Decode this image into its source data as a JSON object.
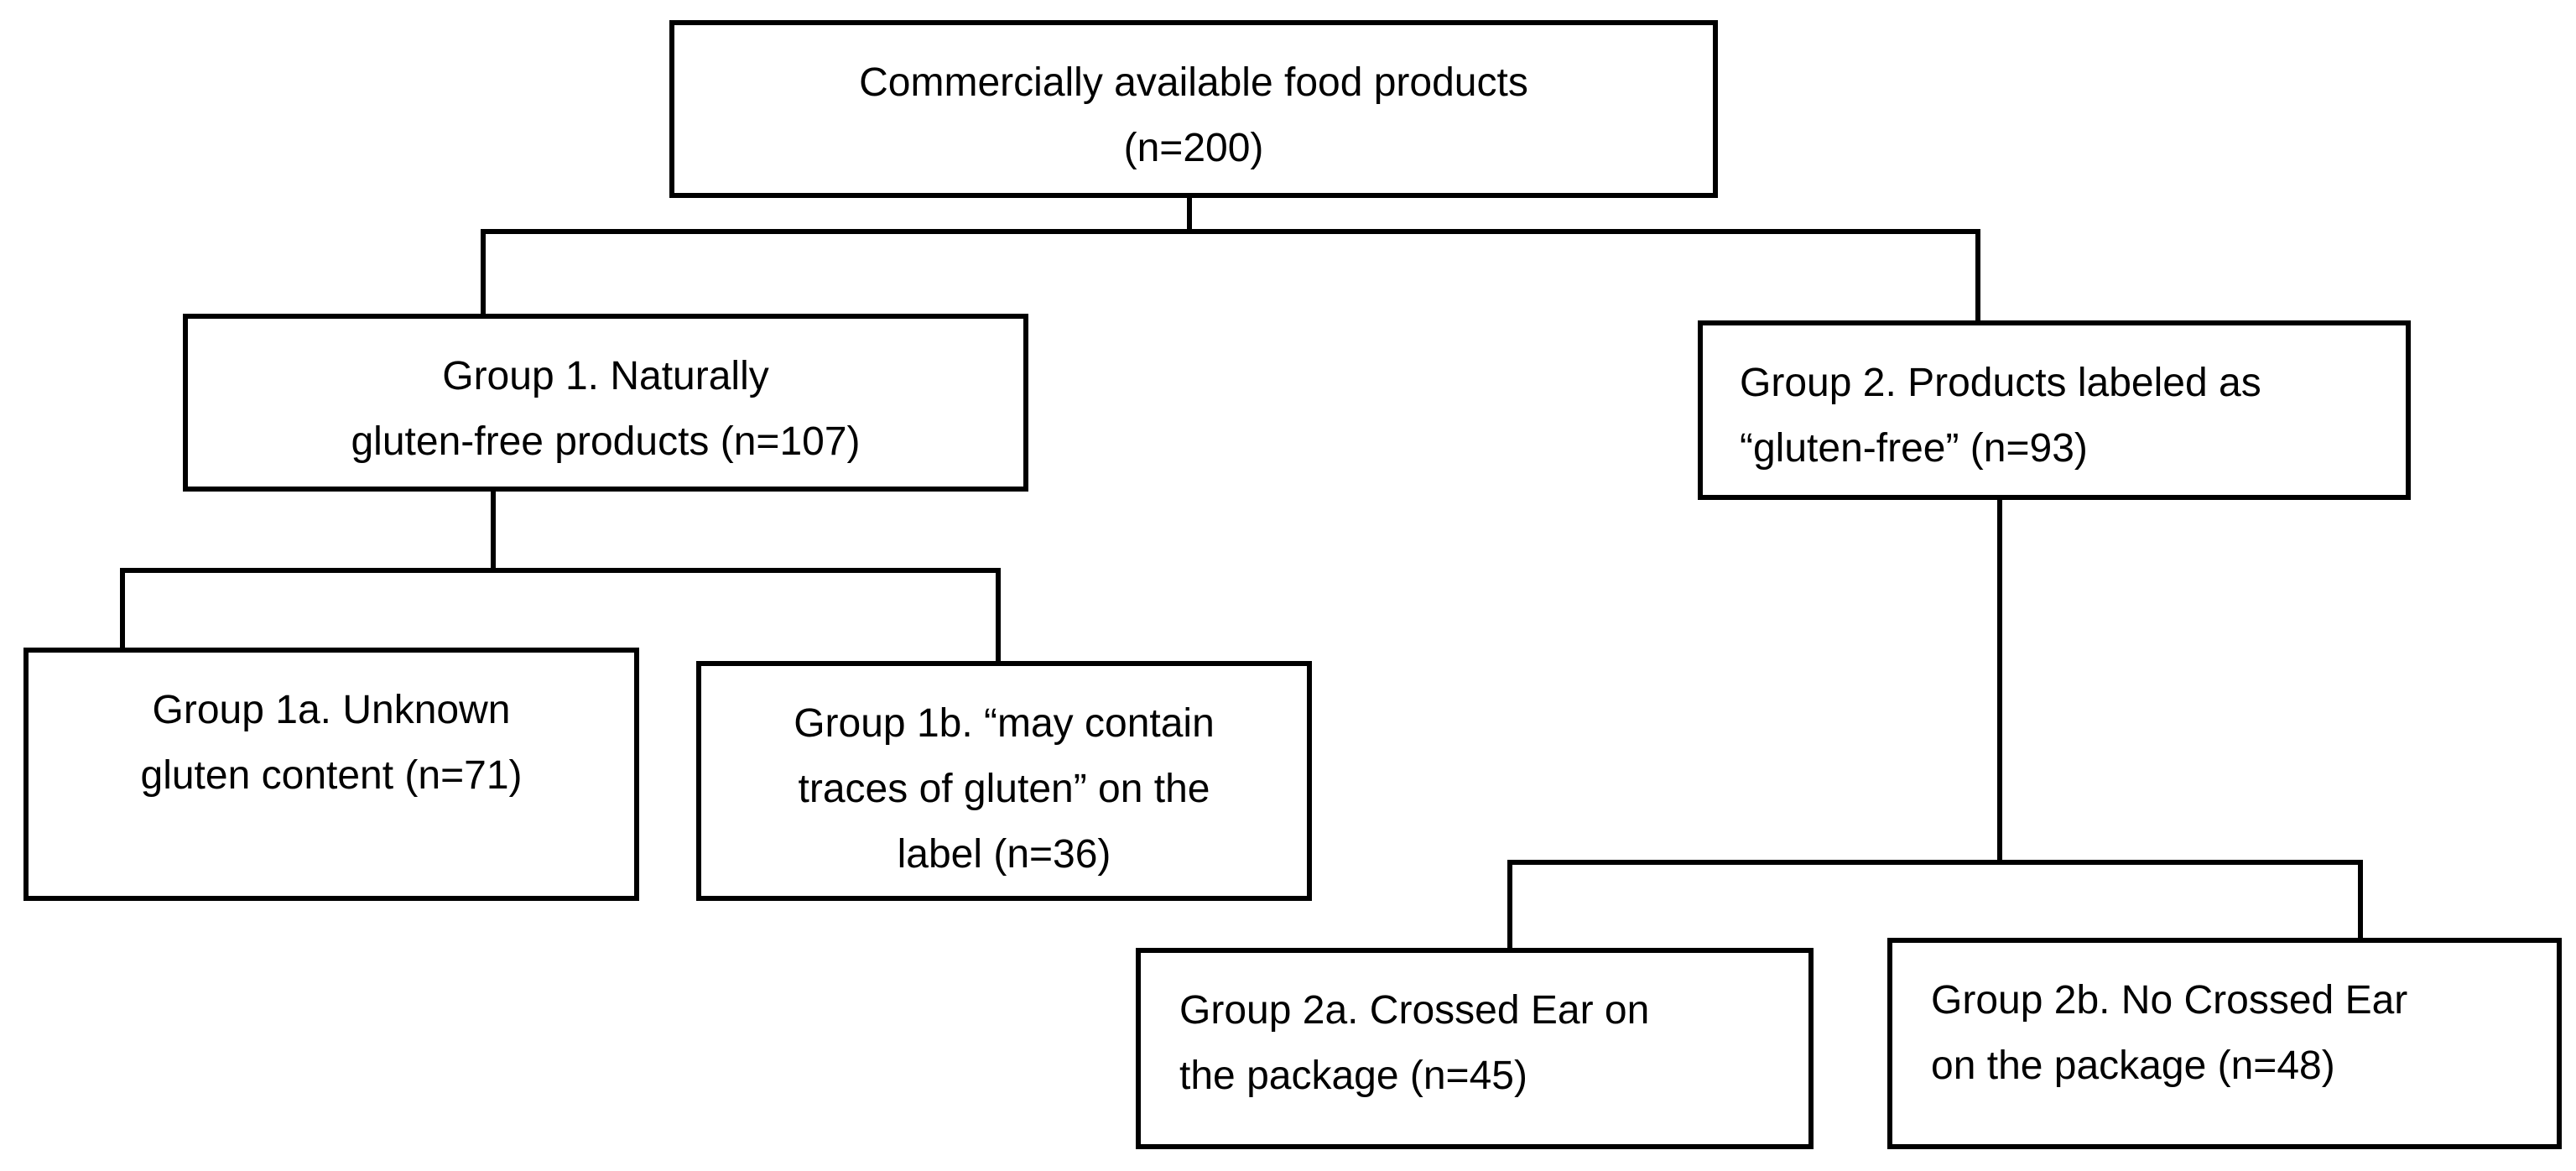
{
  "nodes": {
    "root": {
      "lines": [
        "Commercially available food products",
        "(n=200)"
      ]
    },
    "group1": {
      "lines": [
        "Group 1. Naturally",
        "gluten-free products (n=107)"
      ]
    },
    "group2": {
      "lines": [
        "Group 2. Products labeled as",
        "“gluten-free” (n=93)"
      ]
    },
    "group1a": {
      "lines": [
        "Group 1a. Unknown",
        "gluten content  (n=71)"
      ]
    },
    "group1b": {
      "lines": [
        "Group 1b. “may contain",
        "traces of gluten” on the",
        "label  (n=36)"
      ]
    },
    "group2a": {
      "lines": [
        "Group 2a. Crossed Ear on",
        "the package  (n=45)"
      ]
    },
    "group2b": {
      "lines": [
        "Group 2b. No Crossed Ear",
        "on the package (n=48)"
      ]
    }
  },
  "colors": {
    "stroke": "#000000",
    "background": "#ffffff",
    "text": "#000000"
  }
}
